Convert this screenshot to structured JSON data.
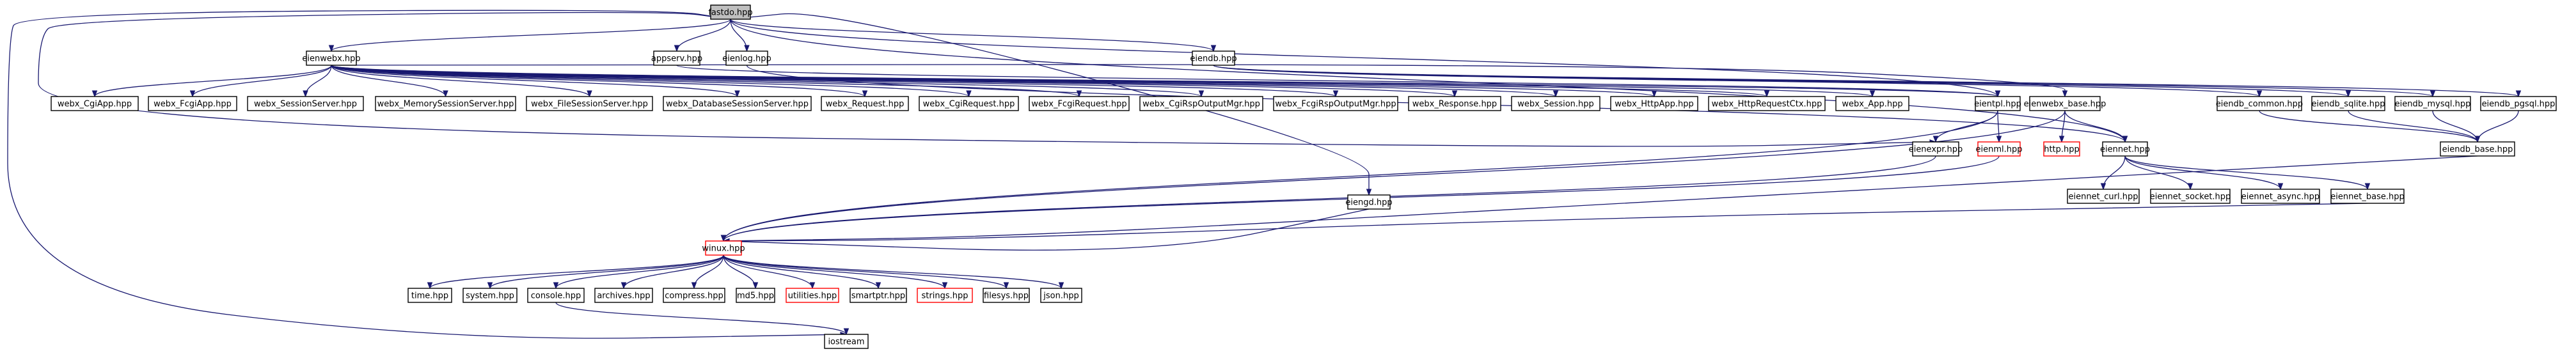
{
  "diagram": {
    "type": "include-dependency-graph",
    "colors": {
      "edge": "#191970",
      "node_border": "#000000",
      "missing_border": "#ff0000",
      "root_fill": "#bfbfbf",
      "node_fill": "#ffffff"
    },
    "nodes": [
      {
        "id": "fastdo",
        "label": "fastdo.hpp",
        "status": "root"
      },
      {
        "id": "eienwebx",
        "label": "eienwebx.hpp",
        "status": "normal"
      },
      {
        "id": "appserv",
        "label": "appserv.hpp",
        "status": "normal"
      },
      {
        "id": "eienlog",
        "label": "eienlog.hpp",
        "status": "normal"
      },
      {
        "id": "eiendb",
        "label": "eiendb.hpp",
        "status": "normal"
      },
      {
        "id": "eiengd",
        "label": "eiengd.hpp",
        "status": "normal"
      },
      {
        "id": "cgiapp",
        "label": "webx_CgiApp.hpp",
        "status": "normal"
      },
      {
        "id": "fcgiapp",
        "label": "webx_FcgiApp.hpp",
        "status": "normal"
      },
      {
        "id": "sessionserver",
        "label": "webx_SessionServer.hpp",
        "status": "normal"
      },
      {
        "id": "memsession",
        "label": "webx_MemorySessionServer.hpp",
        "status": "normal"
      },
      {
        "id": "filesession",
        "label": "webx_FileSessionServer.hpp",
        "status": "normal"
      },
      {
        "id": "dbsession",
        "label": "webx_DatabaseSessionServer.hpp",
        "status": "normal"
      },
      {
        "id": "request",
        "label": "webx_Request.hpp",
        "status": "normal"
      },
      {
        "id": "cgirequest",
        "label": "webx_CgiRequest.hpp",
        "status": "normal"
      },
      {
        "id": "fcgirequest",
        "label": "webx_FcgiRequest.hpp",
        "status": "normal"
      },
      {
        "id": "cgirsp",
        "label": "webx_CgiRspOutputMgr.hpp",
        "status": "normal"
      },
      {
        "id": "fcgirsp",
        "label": "webx_FcgiRspOutputMgr.hpp",
        "status": "normal"
      },
      {
        "id": "response",
        "label": "webx_Response.hpp",
        "status": "normal"
      },
      {
        "id": "session",
        "label": "webx_Session.hpp",
        "status": "normal"
      },
      {
        "id": "httpapp",
        "label": "webx_HttpApp.hpp",
        "status": "normal"
      },
      {
        "id": "httpctx",
        "label": "webx_HttpRequestCtx.hpp",
        "status": "normal"
      },
      {
        "id": "app",
        "label": "webx_App.hpp",
        "status": "normal"
      },
      {
        "id": "eientpl",
        "label": "eientpl.hpp",
        "status": "normal"
      },
      {
        "id": "eienwebxbase",
        "label": "eienwebx_base.hpp",
        "status": "normal"
      },
      {
        "id": "eiendbcommon",
        "label": "eiendb_common.hpp",
        "status": "normal"
      },
      {
        "id": "sqlite",
        "label": "eiendb_sqlite.hpp",
        "status": "normal"
      },
      {
        "id": "mysql",
        "label": "eiendb_mysql.hpp",
        "status": "normal"
      },
      {
        "id": "pgsql",
        "label": "eiendb_pgsql.hpp",
        "status": "normal"
      },
      {
        "id": "eienexpr",
        "label": "eienexpr.hpp",
        "status": "normal"
      },
      {
        "id": "eienml",
        "label": "eienml.hpp",
        "status": "missing"
      },
      {
        "id": "http",
        "label": "http.hpp",
        "status": "missing"
      },
      {
        "id": "eiennet",
        "label": "eiennet.hpp",
        "status": "normal"
      },
      {
        "id": "eiendbbase",
        "label": "eiendb_base.hpp",
        "status": "normal"
      },
      {
        "id": "netcurl",
        "label": "eiennet_curl.hpp",
        "status": "normal"
      },
      {
        "id": "netsocket",
        "label": "eiennet_socket.hpp",
        "status": "normal"
      },
      {
        "id": "netasync",
        "label": "eiennet_async.hpp",
        "status": "normal"
      },
      {
        "id": "netbase",
        "label": "eiennet_base.hpp",
        "status": "normal"
      },
      {
        "id": "winux",
        "label": "winux.hpp",
        "status": "missing"
      },
      {
        "id": "time",
        "label": "time.hpp",
        "status": "normal"
      },
      {
        "id": "system",
        "label": "system.hpp",
        "status": "normal"
      },
      {
        "id": "console",
        "label": "console.hpp",
        "status": "normal"
      },
      {
        "id": "archives",
        "label": "archives.hpp",
        "status": "normal"
      },
      {
        "id": "compress",
        "label": "compress.hpp",
        "status": "normal"
      },
      {
        "id": "md5",
        "label": "md5.hpp",
        "status": "normal"
      },
      {
        "id": "utilities",
        "label": "utilities.hpp",
        "status": "missing"
      },
      {
        "id": "smartptr",
        "label": "smartptr.hpp",
        "status": "normal"
      },
      {
        "id": "strings",
        "label": "strings.hpp",
        "status": "missing"
      },
      {
        "id": "filesys",
        "label": "filesys.hpp",
        "status": "normal"
      },
      {
        "id": "json",
        "label": "json.hpp",
        "status": "normal"
      },
      {
        "id": "iostream",
        "label": "iostream",
        "status": "normal"
      }
    ],
    "edges": [
      [
        "fastdo",
        "eienwebx"
      ],
      [
        "fastdo",
        "appserv"
      ],
      [
        "fastdo",
        "eienlog"
      ],
      [
        "fastdo",
        "eiendb"
      ],
      [
        "fastdo",
        "eiengd"
      ],
      [
        "fastdo",
        "eientpl"
      ],
      [
        "fastdo",
        "eiennet"
      ],
      [
        "fastdo",
        "eienexpr"
      ],
      [
        "fastdo",
        "iostream"
      ],
      [
        "eienwebx",
        "cgiapp"
      ],
      [
        "eienwebx",
        "fcgiapp"
      ],
      [
        "eienwebx",
        "sessionserver"
      ],
      [
        "eienwebx",
        "memsession"
      ],
      [
        "eienwebx",
        "filesession"
      ],
      [
        "eienwebx",
        "dbsession"
      ],
      [
        "eienwebx",
        "request"
      ],
      [
        "eienwebx",
        "cgirequest"
      ],
      [
        "eienwebx",
        "fcgirequest"
      ],
      [
        "eienwebx",
        "cgirsp"
      ],
      [
        "eienwebx",
        "fcgirsp"
      ],
      [
        "eienwebx",
        "response"
      ],
      [
        "eienwebx",
        "session"
      ],
      [
        "eienwebx",
        "httpapp"
      ],
      [
        "eienwebx",
        "httpctx"
      ],
      [
        "eienwebx",
        "app"
      ],
      [
        "eienwebx",
        "eientpl"
      ],
      [
        "eienwebx",
        "eienwebxbase"
      ],
      [
        "appserv",
        "eientpl"
      ],
      [
        "eienlog",
        "eiennet"
      ],
      [
        "eiendb",
        "eiendbcommon"
      ],
      [
        "eiendb",
        "sqlite"
      ],
      [
        "eiendb",
        "mysql"
      ],
      [
        "eiendb",
        "pgsql"
      ],
      [
        "eiendbcommon",
        "eiendbbase"
      ],
      [
        "sqlite",
        "eiendbbase"
      ],
      [
        "mysql",
        "eiendbbase"
      ],
      [
        "pgsql",
        "eiendbbase"
      ],
      [
        "eiendbbase",
        "winux"
      ],
      [
        "eiengd",
        "winux"
      ],
      [
        "eientpl",
        "eienexpr"
      ],
      [
        "eientpl",
        "eienml"
      ],
      [
        "eientpl",
        "winux"
      ],
      [
        "eienwebxbase",
        "http"
      ],
      [
        "eienwebxbase",
        "eiennet"
      ],
      [
        "eienwebxbase",
        "winux"
      ],
      [
        "eienexpr",
        "winux"
      ],
      [
        "eienml",
        "winux"
      ],
      [
        "eiennet",
        "netcurl"
      ],
      [
        "eiennet",
        "netsocket"
      ],
      [
        "eiennet",
        "netasync"
      ],
      [
        "eiennet",
        "netbase"
      ],
      [
        "netbase",
        "winux"
      ],
      [
        "winux",
        "time"
      ],
      [
        "winux",
        "system"
      ],
      [
        "winux",
        "console"
      ],
      [
        "winux",
        "archives"
      ],
      [
        "winux",
        "compress"
      ],
      [
        "winux",
        "md5"
      ],
      [
        "winux",
        "utilities"
      ],
      [
        "winux",
        "smartptr"
      ],
      [
        "winux",
        "strings"
      ],
      [
        "winux",
        "filesys"
      ],
      [
        "winux",
        "json"
      ],
      [
        "console",
        "iostream"
      ]
    ]
  }
}
